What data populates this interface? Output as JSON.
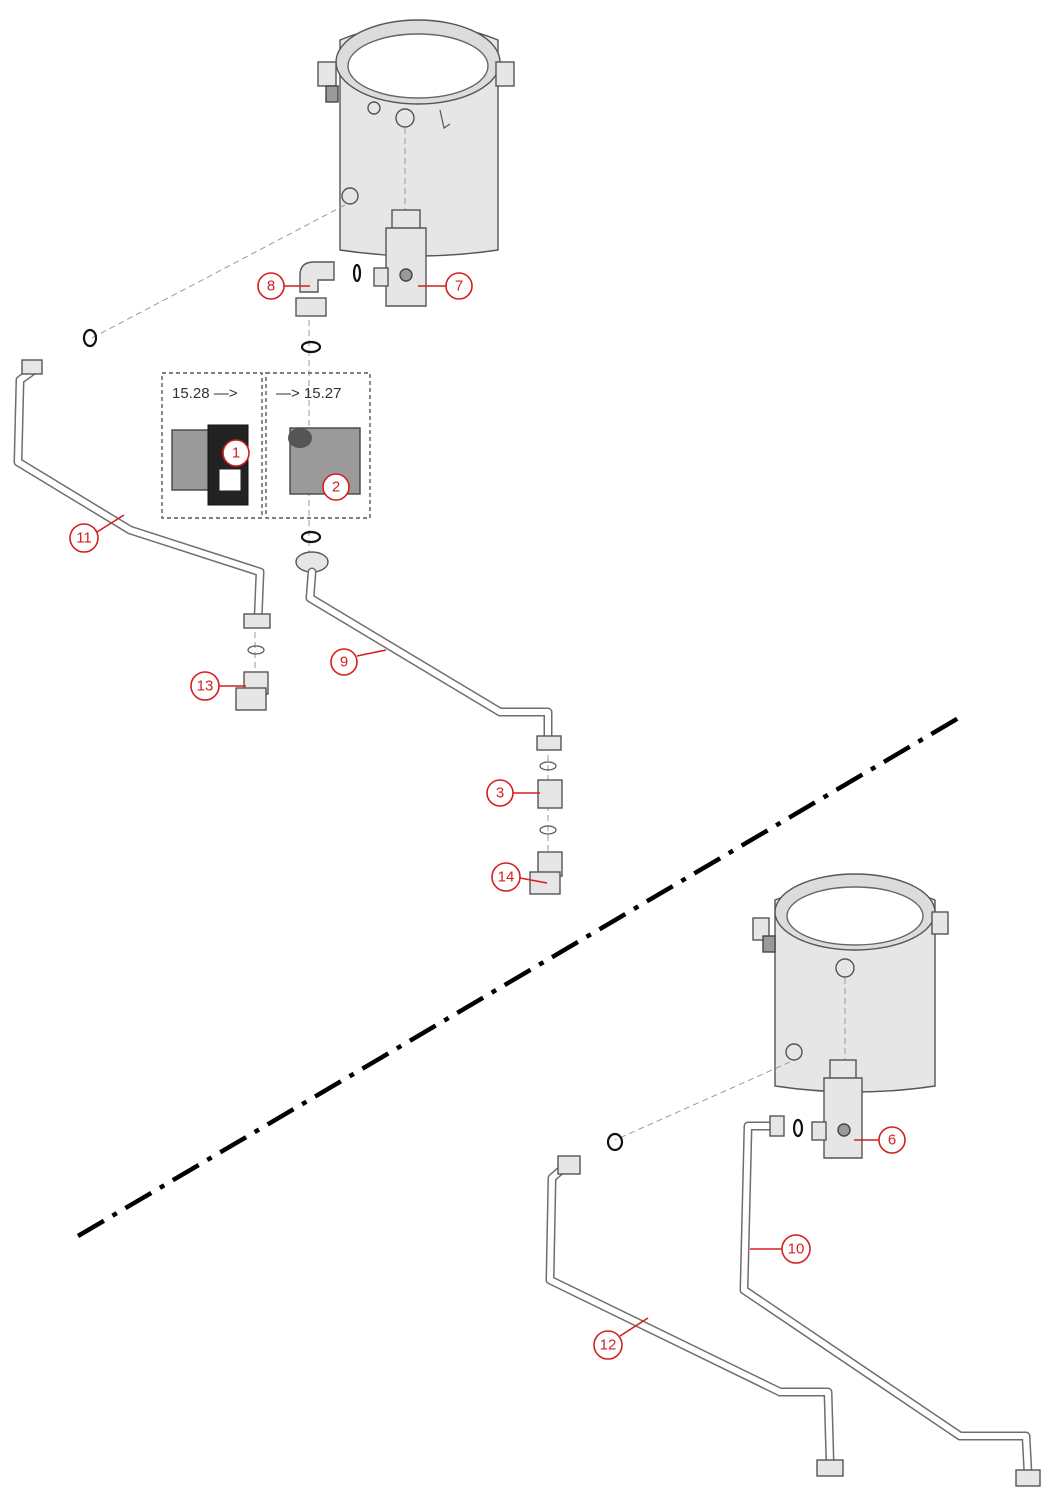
{
  "references": {
    "left_arrow": "15.28 —>",
    "right_arrow": "—> 15.27"
  },
  "callouts": [
    {
      "id": "callout-1",
      "label": "1"
    },
    {
      "id": "callout-2",
      "label": "2"
    },
    {
      "id": "callout-3",
      "label": "3"
    },
    {
      "id": "callout-6",
      "label": "6"
    },
    {
      "id": "callout-7",
      "label": "7"
    },
    {
      "id": "callout-8",
      "label": "8"
    },
    {
      "id": "callout-9",
      "label": "9"
    },
    {
      "id": "callout-10",
      "label": "10"
    },
    {
      "id": "callout-11",
      "label": "11"
    },
    {
      "id": "callout-12",
      "label": "12"
    },
    {
      "id": "callout-13",
      "label": "13"
    },
    {
      "id": "callout-14",
      "label": "14"
    }
  ],
  "colors": {
    "callout": "#d41f1f",
    "line": "#555555",
    "divider": "#000000"
  }
}
